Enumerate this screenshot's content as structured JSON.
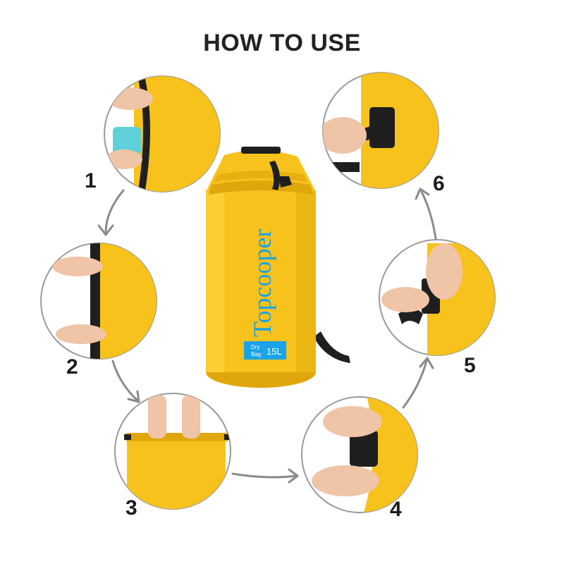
{
  "title": "HOW TO USE",
  "brand": {
    "name": "Topcooper",
    "tag_line1": "Dry",
    "tag_line2": "Bag",
    "capacity": "15L",
    "accent": "#1aa3e8"
  },
  "bag_color": "#f7c21b",
  "steps": [
    {
      "number": "1"
    },
    {
      "number": "2"
    },
    {
      "number": "3"
    },
    {
      "number": "4"
    },
    {
      "number": "5"
    },
    {
      "number": "6"
    }
  ]
}
